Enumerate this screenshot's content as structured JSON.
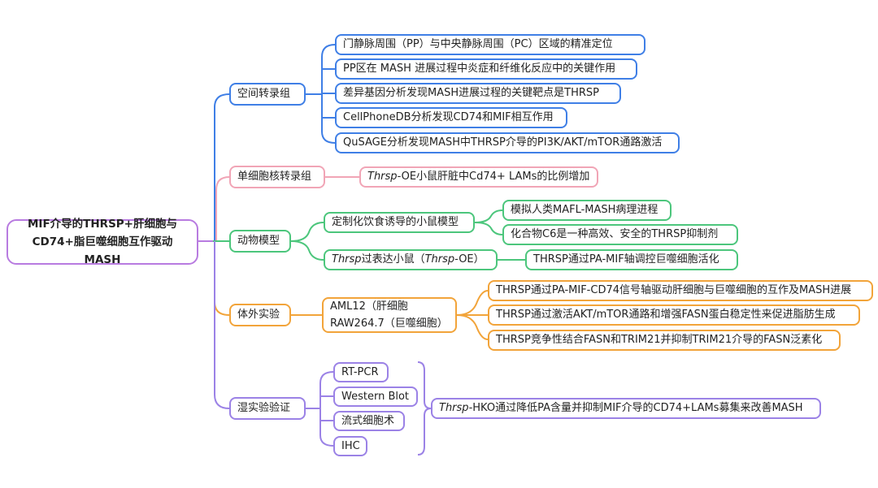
{
  "root": {
    "line1": "MIF介导的THRSP+肝细胞与",
    "line2": "CD74+脂巨噬细胞互作驱动MASH"
  },
  "branches": {
    "spatial": {
      "label": "空间转录组",
      "items": [
        "门静脉周围（PP）与中央静脉周围（PC）区域的精准定位",
        "PP区在 MASH 进展过程中炎症和纤维化反应中的关键作用",
        "差异基因分析发现MASH进展过程的关键靶点是THRSP",
        "CellPhoneDB分析发现CD74和MIF相互作用",
        "QuSAGE分析发现MASH中THRSP介导的PI3K/AKT/mTOR通路激活"
      ]
    },
    "snrna": {
      "label": "单细胞核转录组",
      "item_italic": "Thrsp",
      "item_rest": "-OE小鼠肝脏中Cd74+ LAMs的比例增加"
    },
    "animal": {
      "label": "动物模型",
      "diet": {
        "label": "定制化饮食诱导的小鼠模型",
        "items": [
          "模拟人类MAFL-MASH病理进程",
          "化合物C6是一种高效、安全的THRSP抑制剂"
        ]
      },
      "oe": {
        "italic1": "Thrsp",
        "text1": "过表达小鼠（",
        "italic2": "Thrsp",
        "text2": "-OE）",
        "item": "THRSP通过PA-MIF轴调控巨噬细胞活化"
      }
    },
    "invitro": {
      "label": "体外实验",
      "cells_line1": "AML12（肝细胞",
      "cells_line2": "RAW264.7（巨噬细胞）",
      "items": [
        "THRSP通过PA-MIF-CD74信号轴驱动肝细胞与巨噬细胞的互作及MASH进展",
        "THRSP通过激活AKT/mTOR通路和增强FASN蛋白稳定性来促进脂肪生成",
        "THRSP竞争性结合FASN和TRIM21并抑制TRIM21介导的FASN泛素化"
      ]
    },
    "wet": {
      "label": "湿实验验证",
      "methods": [
        "RT-PCR",
        "Western Blot",
        "流式细胞术",
        "IHC"
      ],
      "conclusion_italic": "Thrsp",
      "conclusion_rest": "-HKO通过降低PA含量并抑制MIF介导的CD74+LAMs募集来改善MASH"
    }
  },
  "colors": {
    "root": "#b87be0",
    "blue": "#3f7fe6",
    "pink": "#f1a5b6",
    "green": "#4cc67c",
    "orange": "#f2a43a",
    "purple": "#9b82e6"
  }
}
